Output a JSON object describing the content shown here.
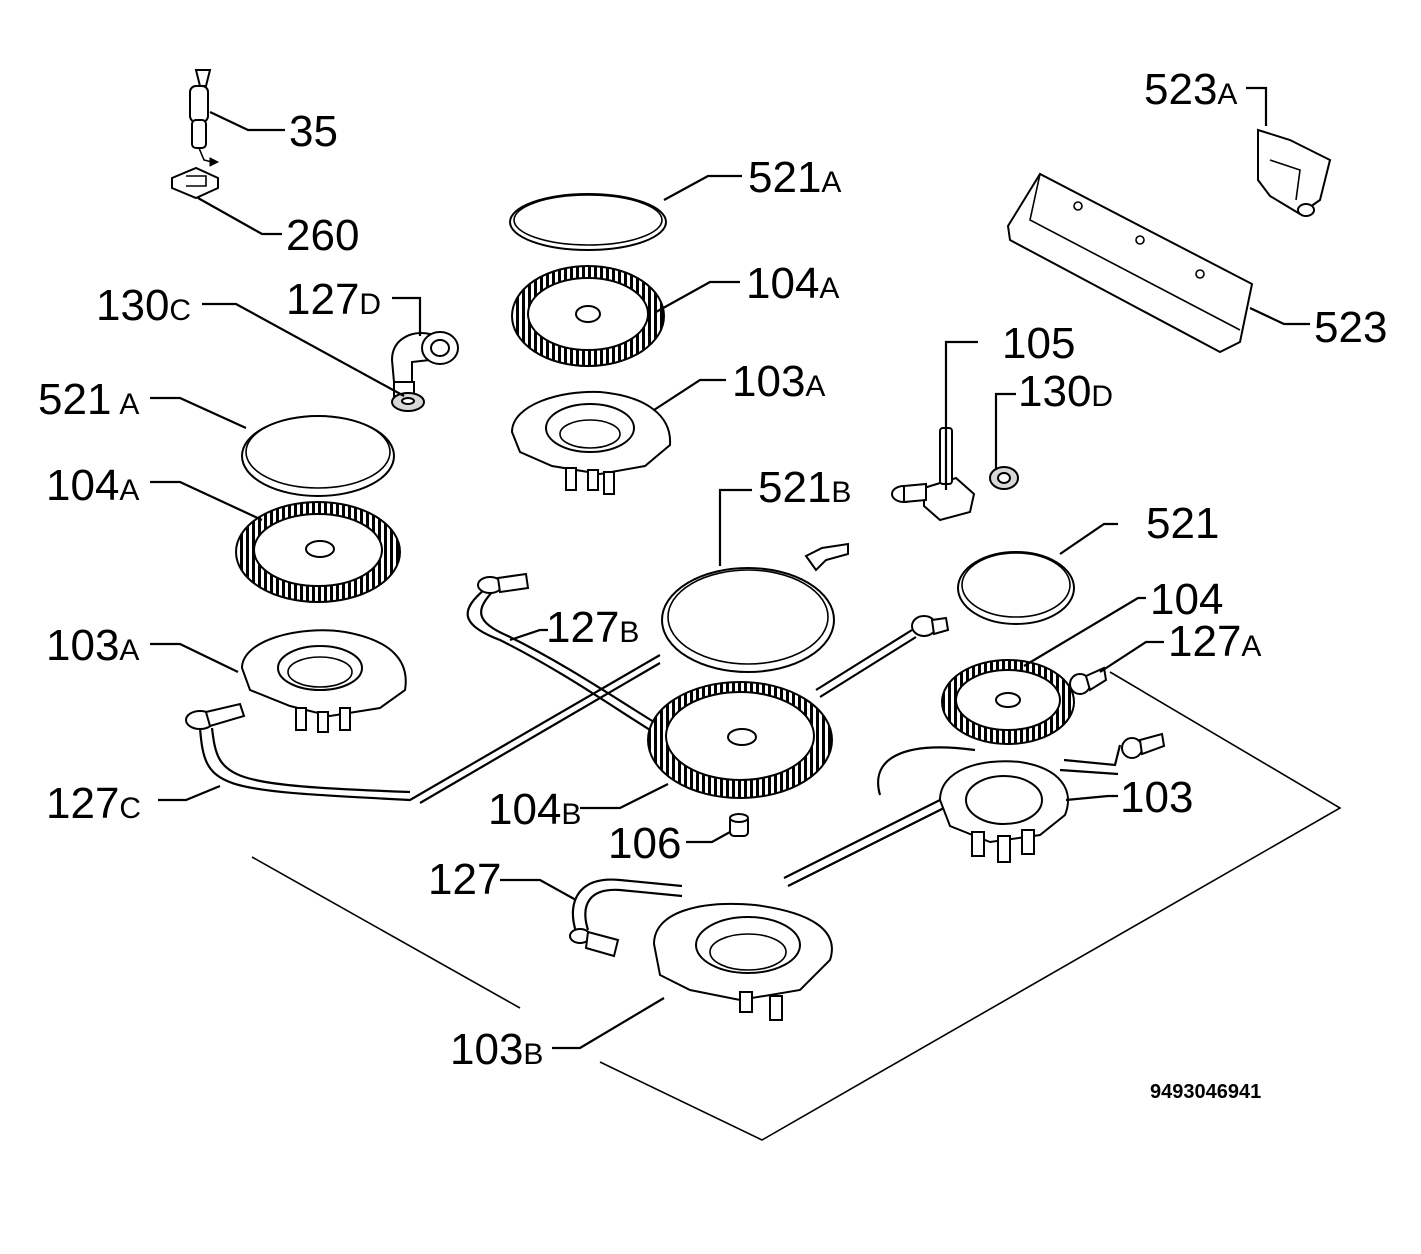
{
  "labels": {
    "p35": {
      "num": "35",
      "suf": ""
    },
    "p260": {
      "num": "260",
      "suf": ""
    },
    "p130c": {
      "num": "130",
      "suf": "C"
    },
    "p127d": {
      "num": "127",
      "suf": "D"
    },
    "p521a_left": {
      "num": "521",
      "suf": "A"
    },
    "p104a_left": {
      "num": "104",
      "suf": "A"
    },
    "p103a_left": {
      "num": "103",
      "suf": "A"
    },
    "p127c": {
      "num": "127",
      "suf": "C"
    },
    "p521a_top": {
      "num": "521",
      "suf": "A"
    },
    "p104a_top": {
      "num": "104",
      "suf": "A"
    },
    "p103a_top": {
      "num": "103",
      "suf": "A"
    },
    "p521b": {
      "num": "521",
      "suf": "B"
    },
    "p127b": {
      "num": "127",
      "suf": "B"
    },
    "p104b": {
      "num": "104",
      "suf": "B"
    },
    "p106": {
      "num": "106",
      "suf": ""
    },
    "p127": {
      "num": "127",
      "suf": ""
    },
    "p103b": {
      "num": "103",
      "suf": "B"
    },
    "p105": {
      "num": "105",
      "suf": ""
    },
    "p130d": {
      "num": "130",
      "suf": "D"
    },
    "p521": {
      "num": "521",
      "suf": ""
    },
    "p104": {
      "num": "104",
      "suf": ""
    },
    "p127a": {
      "num": "127",
      "suf": "A"
    },
    "p103": {
      "num": "103",
      "suf": ""
    },
    "p523a": {
      "num": "523",
      "suf": "A"
    },
    "p523": {
      "num": "523",
      "suf": ""
    }
  },
  "drawing_code": "9493046941"
}
